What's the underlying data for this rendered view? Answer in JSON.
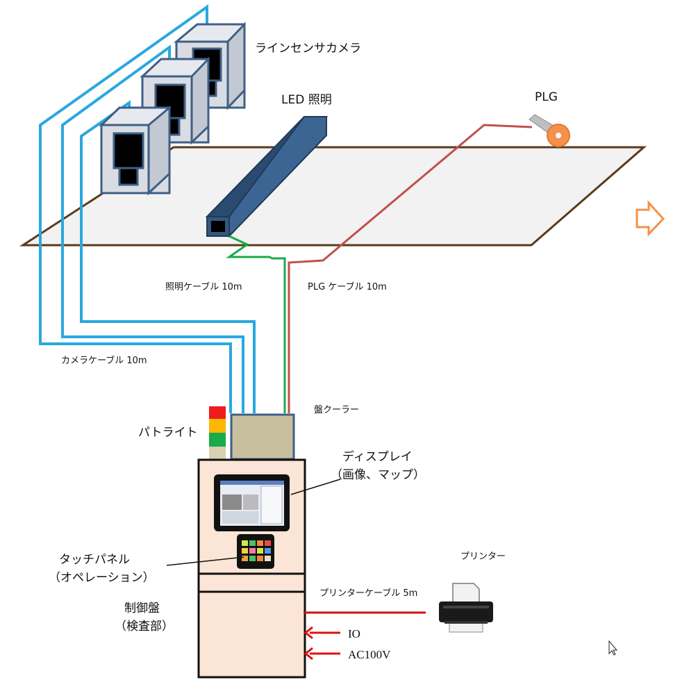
{
  "labels": {
    "line_camera": "ラインセンサカメラ",
    "led": "LED 照明",
    "plg": "PLG",
    "light_cable": "照明ケーブル 10m",
    "plg_cable": "PLG ケーブル 10m",
    "camera_cable": "カメラケーブル 10m",
    "cooler": "盤クーラー",
    "patlight": "パトライト",
    "display_line1": "ディスプレイ",
    "display_line2": "（画像、マップ）",
    "touch_line1": "タッチパネル",
    "touch_line2": "（オペレーション）",
    "panel_line1": "制御盤",
    "panel_line2": "（検査部）",
    "printer": "プリンター",
    "printer_cable": "プリンターケーブル 5m",
    "io": "IO",
    "ac": "AC100V"
  },
  "colors": {
    "camera_cable": "#29a8e0",
    "light_cable": "#1aaa4a",
    "plg_cable": "#c0504d",
    "led_bar": "#35577f",
    "camera_box": "#d9dde3",
    "camera_edge": "#3f5f86",
    "web": "#f2f2f2",
    "web_edge": "#5a3a1a",
    "cooler": "#c8bf9f",
    "panel": "#fbe5d6",
    "arrow_red": "#e01010",
    "flow_arrow": "#f4914a",
    "plg_roller": "#f4914a",
    "lamp_red": "#ee1c1c",
    "lamp_yellow": "#fbb800",
    "lamp_green": "#1aaa4a",
    "lamp_base": "#d8d0b0"
  },
  "icons": [
    "flow-direction-arrow-icon",
    "printer-icon",
    "mouse-cursor-icon"
  ]
}
